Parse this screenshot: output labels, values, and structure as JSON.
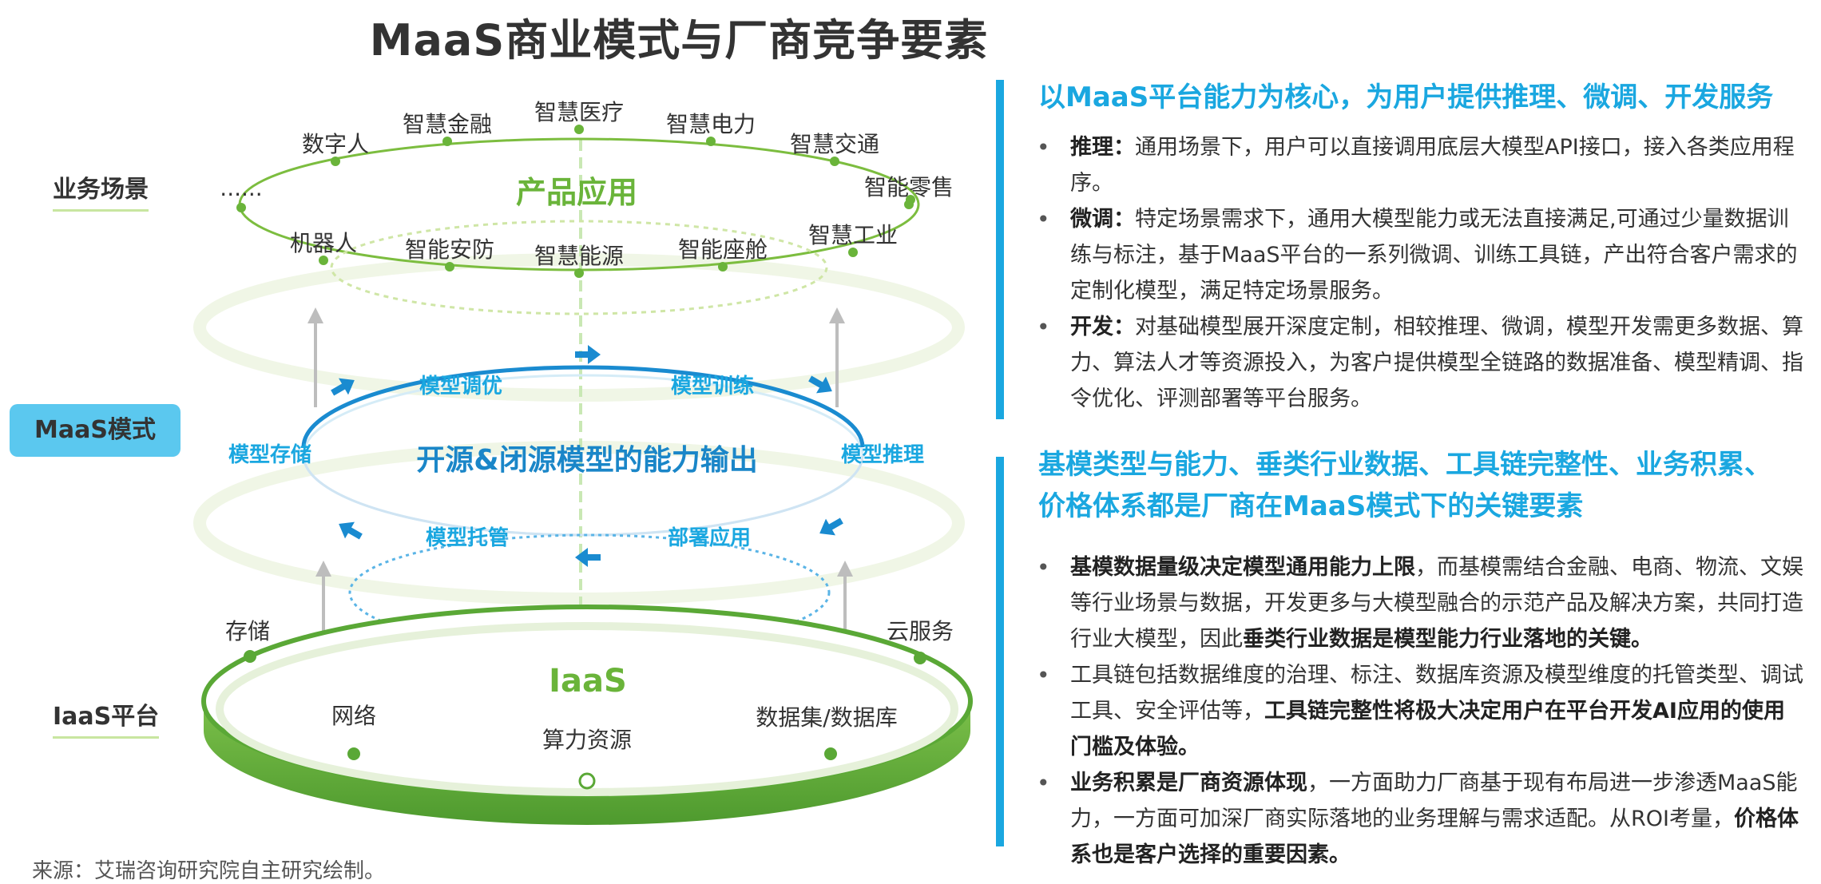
{
  "title": "MaaS商业模式与厂商竞争要素",
  "left_labels": {
    "business": "业务场景",
    "maas": "MaaS模式",
    "iaas": "IaaS平台"
  },
  "top_ring": {
    "center": "产品应用",
    "outer_nodes": [
      "数字人",
      "智慧金融",
      "智慧医疗",
      "智慧电力",
      "智慧交通",
      "智能零售",
      "......"
    ],
    "inner_nodes": [
      "机器人",
      "智能安防",
      "智慧能源",
      "智能座舱",
      "智慧工业"
    ]
  },
  "middle_ring": {
    "center": "开源&闭源模型的能力输出",
    "labels": [
      "模型调优",
      "模型训练",
      "模型存储",
      "模型推理",
      "模型托管",
      "部署应用"
    ]
  },
  "bottom_disk": {
    "center": "IaaS",
    "nodes": [
      "存储",
      "云服务",
      "网络",
      "算力资源",
      "数据集/数据库"
    ]
  },
  "section1": {
    "heading": "以MaaS平台能力为核心，为用户提供推理、微调、开发服务",
    "items": [
      {
        "bold": "推理：",
        "text": "通用场景下，用户可以直接调用底层大模型API接口，接入各类应用程序。"
      },
      {
        "bold": "微调：",
        "text": "特定场景需求下，通用大模型能力或无法直接满足,可通过少量数据训练与标注，基于MaaS平台的一系列微调、训练工具链，产出符合客户需求的定制化模型，满足特定场景服务。"
      },
      {
        "bold": "开发：",
        "text": "对基础模型展开深度定制，相较推理、微调，模型开发需更多数据、算力、算法人才等资源投入，为客户提供模型全链路的数据准备、模型精调、指令优化、评测部署等平台服务。"
      }
    ]
  },
  "section2": {
    "heading_line1": "基模类型与能力、垂类行业数据、工具链完整性、业务积累、",
    "heading_line2": "价格体系都是厂商在MaaS模式下的关键要素",
    "item1": {
      "b1": "基模数据量级决定模型通用能力上限",
      "t1": "，而基模需结合金融、电商、物流、文娱等行业场景与数据，开发更多与大模型融合的示范产品及解决方案，共同打造行业大模型，因此",
      "b2": "垂类行业数据是模型能力行业落地的关键。"
    },
    "item2": {
      "t1": "工具链包括数据维度的治理、标注、数据库资源及模型维度的托管类型、调试工具、安全评估等，",
      "b1": "工具链完整性将极大决定用户在平台开发AI应用的使用门槛及体验。"
    },
    "item3": {
      "b1": "业务积累是厂商资源体现",
      "t1": "，一方面助力厂商基于现有布局进一步渗透MaaS能力，一方面可加深厂商实际落地的业务理解与需求适配。从ROI考量，",
      "b2": "价格体系也是客户选择的重要因素。"
    }
  },
  "source": "来源：艾瑞咨询研究院自主研究绘制。"
}
